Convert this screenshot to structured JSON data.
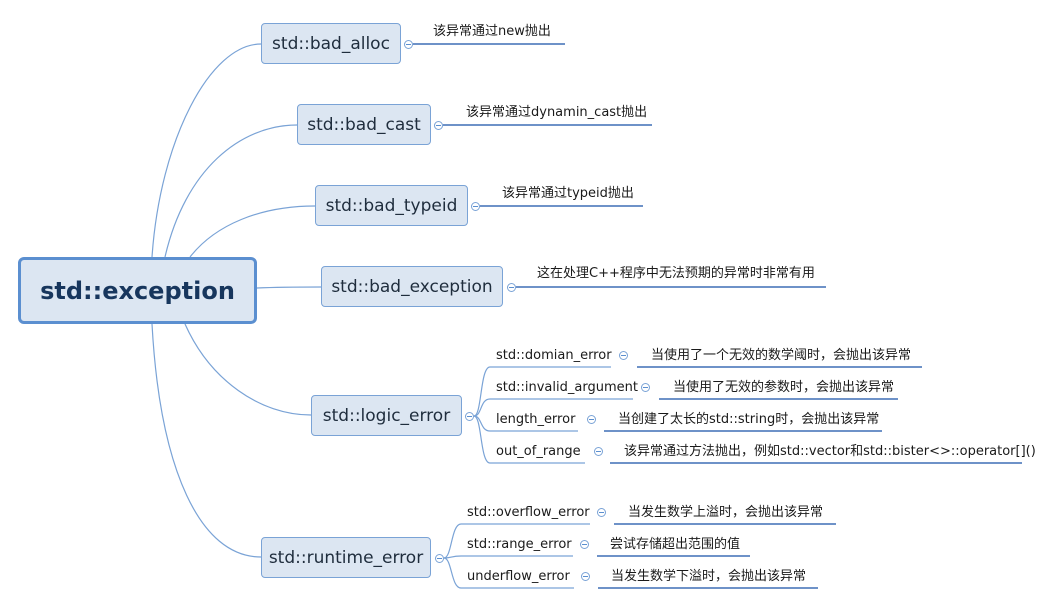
{
  "root": {
    "label": "std::exception"
  },
  "branches": [
    {
      "label": "std::bad_alloc",
      "note": "该异常通过new抛出"
    },
    {
      "label": "std::bad_cast",
      "note": "该异常通过dynamin_cast抛出"
    },
    {
      "label": "std::bad_typeid",
      "note": "该异常通过typeid抛出"
    },
    {
      "label": "std::bad_exception",
      "note": "这在处理C++程序中无法预期的异常时非常有用"
    },
    {
      "label": "std::logic_error",
      "children": [
        {
          "label": "std::domian_error",
          "note": "当使用了一个无效的数学阈时，会抛出该异常"
        },
        {
          "label": "std::invalid_argument",
          "note": "当使用了无效的参数时，会抛出该异常"
        },
        {
          "label": "length_error",
          "note": "当创建了太长的std::string时，会抛出该异常"
        },
        {
          "label": "out_of_range",
          "note": "该异常通过方法抛出，例如std::vector和std::bister<>::operator[]()"
        }
      ]
    },
    {
      "label": "std::runtime_error",
      "children": [
        {
          "label": "std::overflow_error",
          "note": "当发生数学上溢时，会抛出该异常"
        },
        {
          "label": "std::range_error",
          "note": "尝试存储超出范围的值"
        },
        {
          "label": "underflow_error",
          "note": "当发生数学下溢时，会抛出该异常"
        }
      ]
    }
  ],
  "colors": {
    "line": "#7aa3d6",
    "underline": "#3f6fb5",
    "node_fill": "#dce6f2",
    "root_border": "#5b8fd0"
  }
}
